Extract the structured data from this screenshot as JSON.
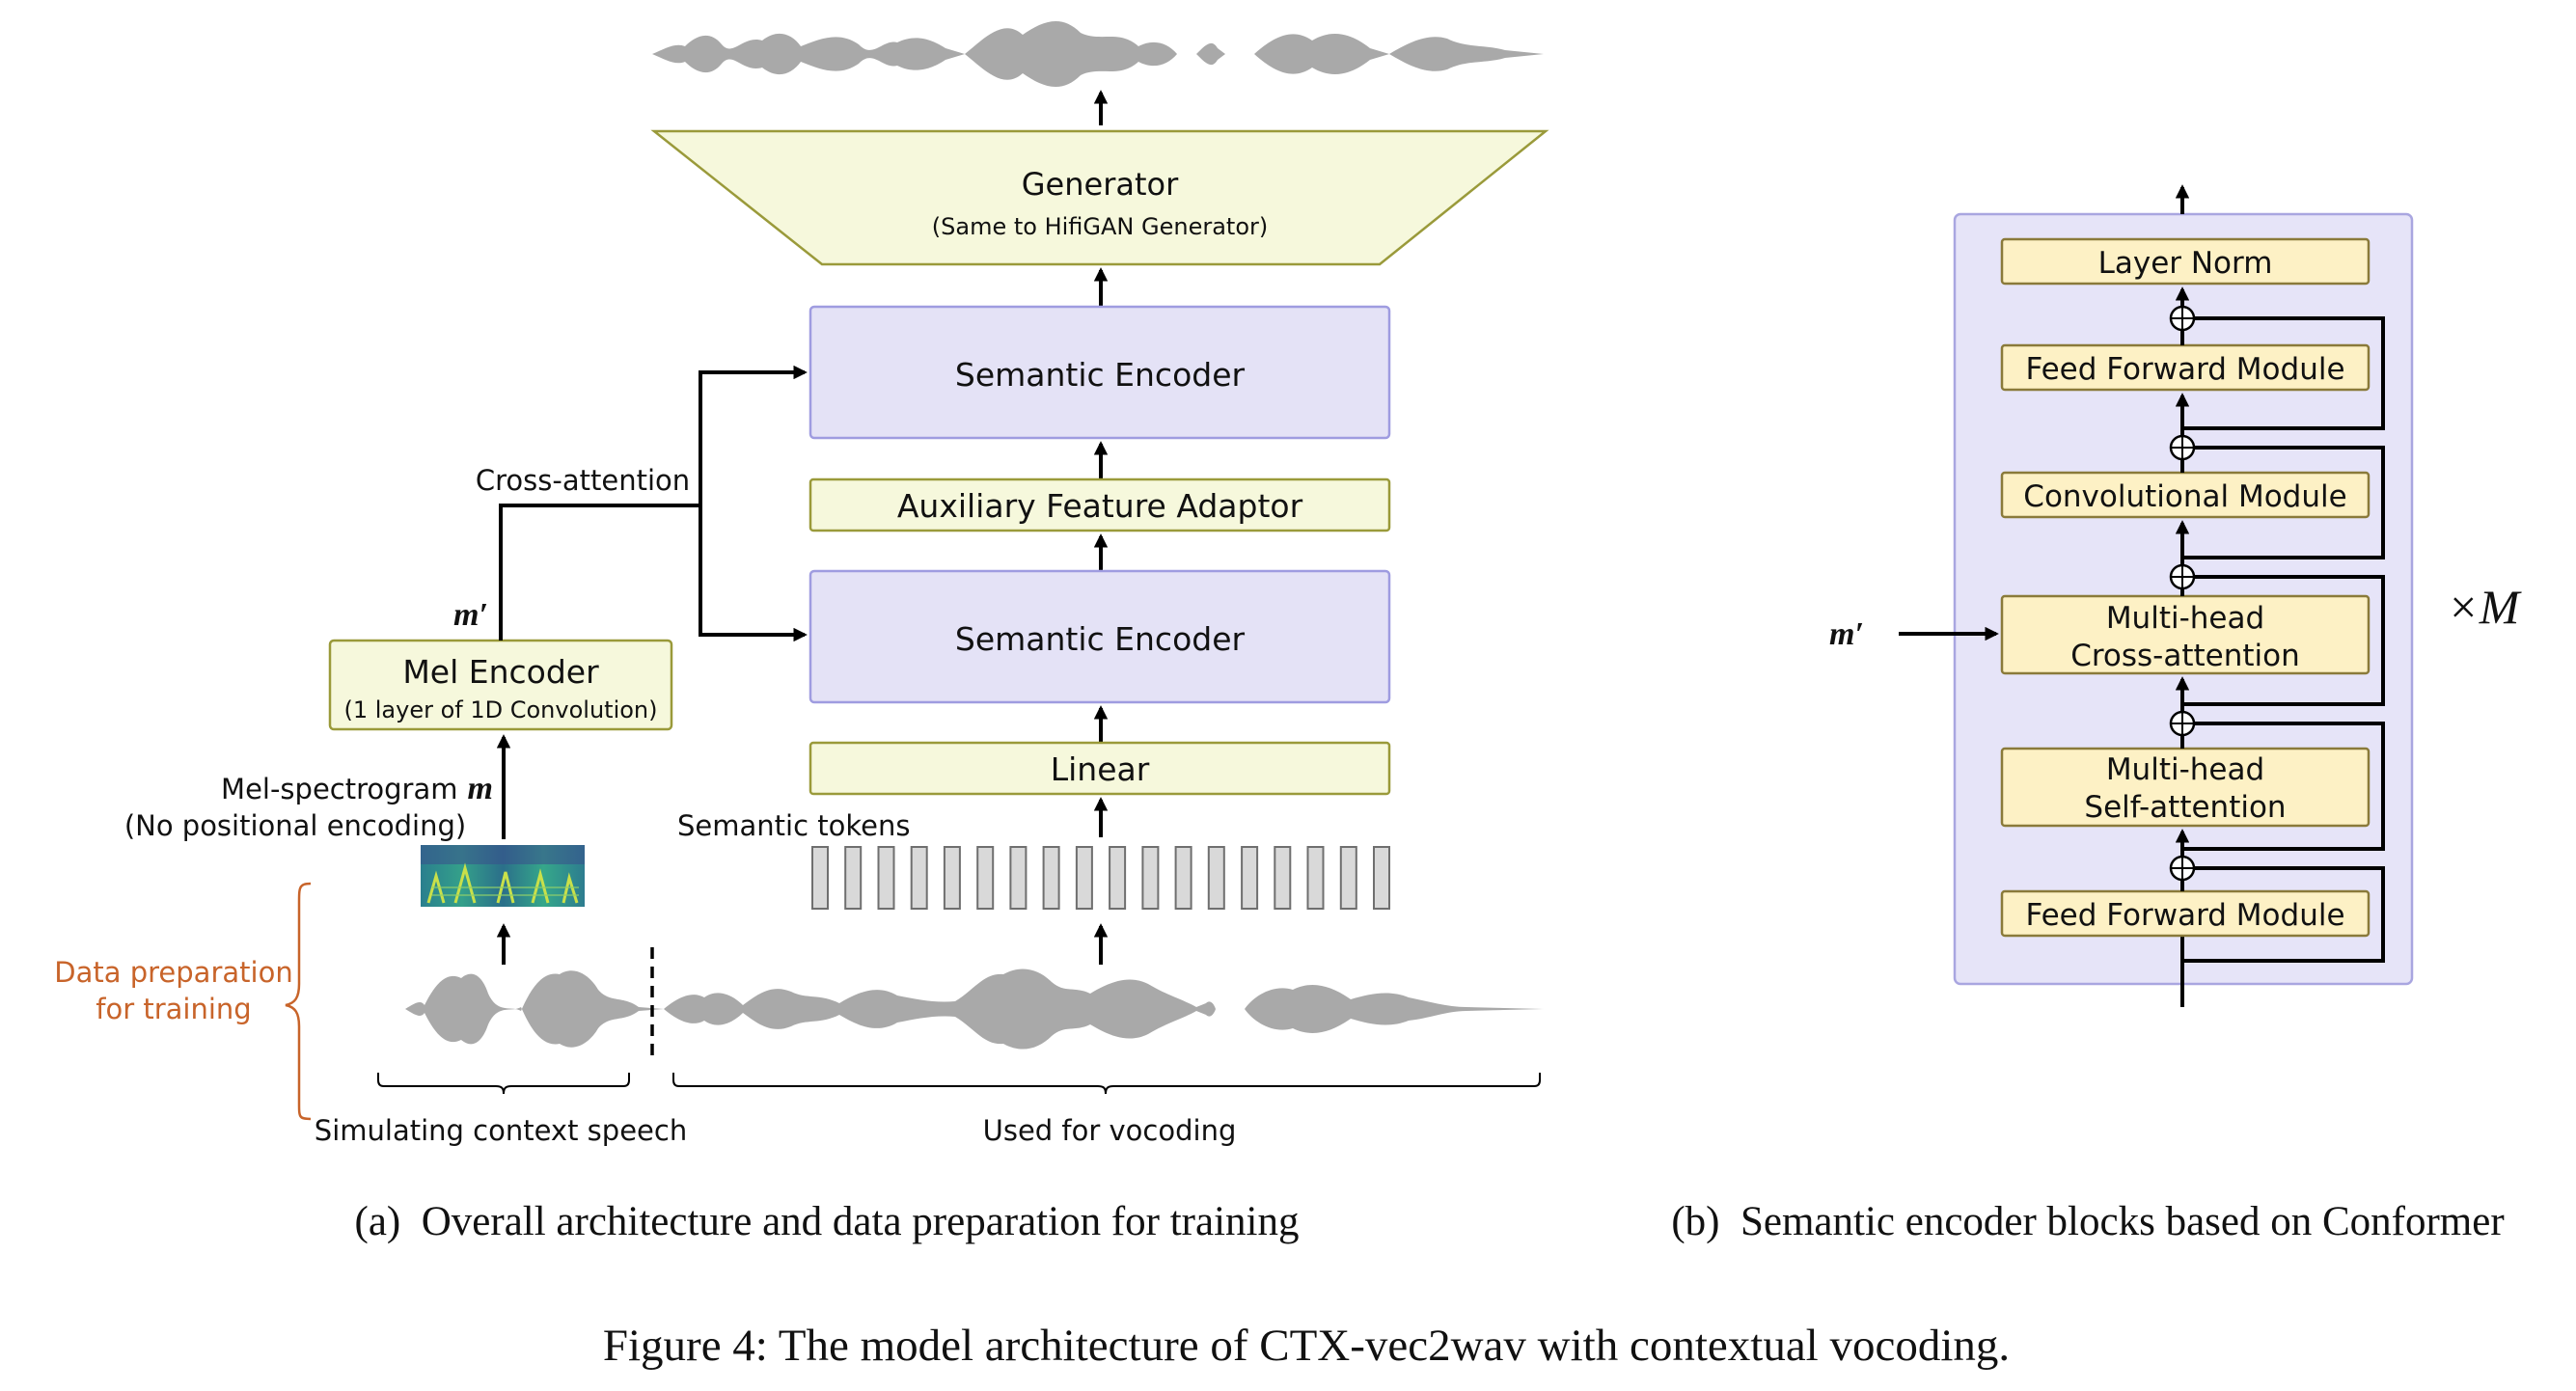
{
  "colors": {
    "encoder_fill": "#e4e2f6",
    "adaptor_fill": "#f6f8dc",
    "conformer_block_fill": "#fdf1c5",
    "data_prep_accent": "#c8642a",
    "waveform": "#a9a9a9"
  },
  "panel_a": {
    "generator": {
      "title": "Generator",
      "subtitle": "(Same to HifiGAN Generator)"
    },
    "semantic_encoder_top": "Semantic Encoder",
    "auxiliary_adaptor": "Auxiliary Feature Adaptor",
    "semantic_encoder_bottom": "Semantic Encoder",
    "linear": "Linear",
    "semantic_tokens_label": "Semantic tokens",
    "semantic_token_count": 18,
    "cross_attention_label": "Cross-attention",
    "m_prime_label": "m′",
    "mel_encoder": {
      "title": "Mel Encoder",
      "subtitle": "(1 layer of 1D Convolution)"
    },
    "mel_spectrogram_label": "Mel-spectrogram",
    "mel_symbol": "m",
    "no_positional_label": "(No positional encoding)",
    "data_prep_line1": "Data preparation",
    "data_prep_line2": "for training",
    "context_speech_label": "Simulating context speech",
    "vocoding_label": "Used for vocoding",
    "caption": "(a)  Overall architecture and data preparation for training"
  },
  "panel_b": {
    "blocks": {
      "layer_norm": "Layer Norm",
      "ffn_top": "Feed Forward Module",
      "conv": "Convolutional Module",
      "cross_line1": "Multi-head",
      "cross_line2": "Cross-attention",
      "self_line1": "Multi-head",
      "self_line2": "Self-attention",
      "ffn_bottom": "Feed Forward Module"
    },
    "m_prime_label": "m′",
    "repeat_label": "×M",
    "caption": "(b)  Semantic encoder blocks based on Conformer"
  },
  "figure_caption": "Figure 4: The model architecture of CTX-vec2wav with contextual vocoding."
}
